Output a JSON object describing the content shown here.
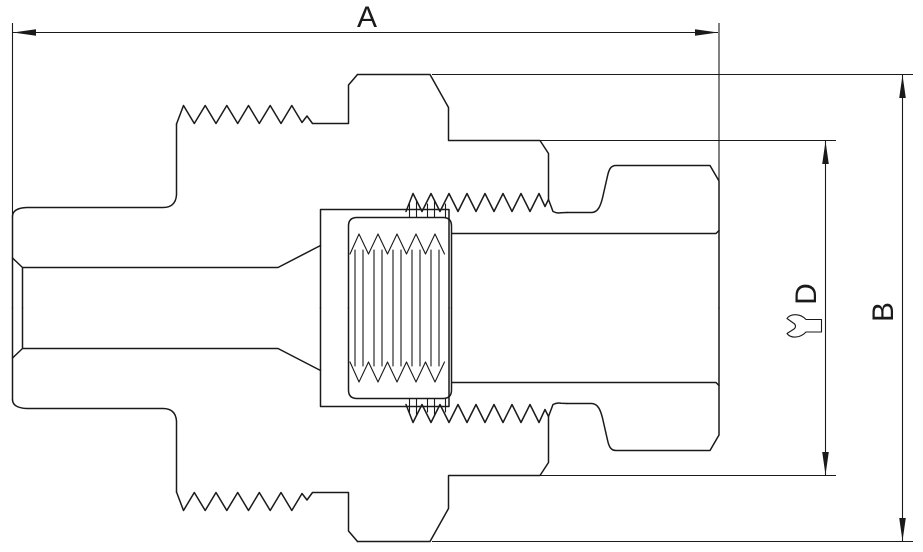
{
  "drawing": {
    "type": "engineering-cross-section",
    "subject": "tube-fitting-with-nut",
    "colors": {
      "background": "#ffffff",
      "line": "#1a1a1a"
    },
    "dimensions": {
      "overall_length": {
        "label": "A",
        "orientation": "horizontal"
      },
      "body_hex": {
        "label": "B",
        "orientation": "vertical"
      },
      "nut_hex": {
        "label": "D",
        "orientation": "vertical",
        "icon": "wrench-icon"
      }
    }
  }
}
